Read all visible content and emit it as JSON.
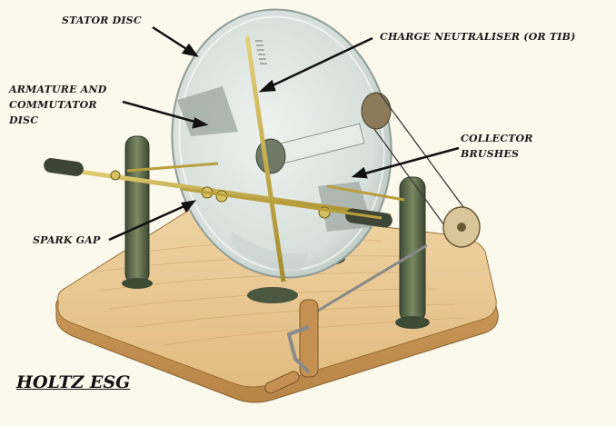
{
  "title": "HOLTZ ESG",
  "labels": {
    "stator": "STATOR DISC",
    "neutraliser": "CHARGE NEUTRALISER (OR TIB)",
    "armature_line1": "ARMATURE AND",
    "armature_line2": "COMMUTATOR",
    "armature_line3": "DISC",
    "collector_line1": "COLLECTOR",
    "collector_line2": "BRUSHES",
    "spark": "SPARK GAP"
  },
  "colors": {
    "background": "#fbf8ec",
    "wood_top": "#e9c995",
    "wood_edge": "#c99a5c",
    "post_green": "#5a6b4a",
    "brass": "#c9b24a",
    "disc_glass": "#d9e2de",
    "handle_dark": "#3d4536"
  }
}
